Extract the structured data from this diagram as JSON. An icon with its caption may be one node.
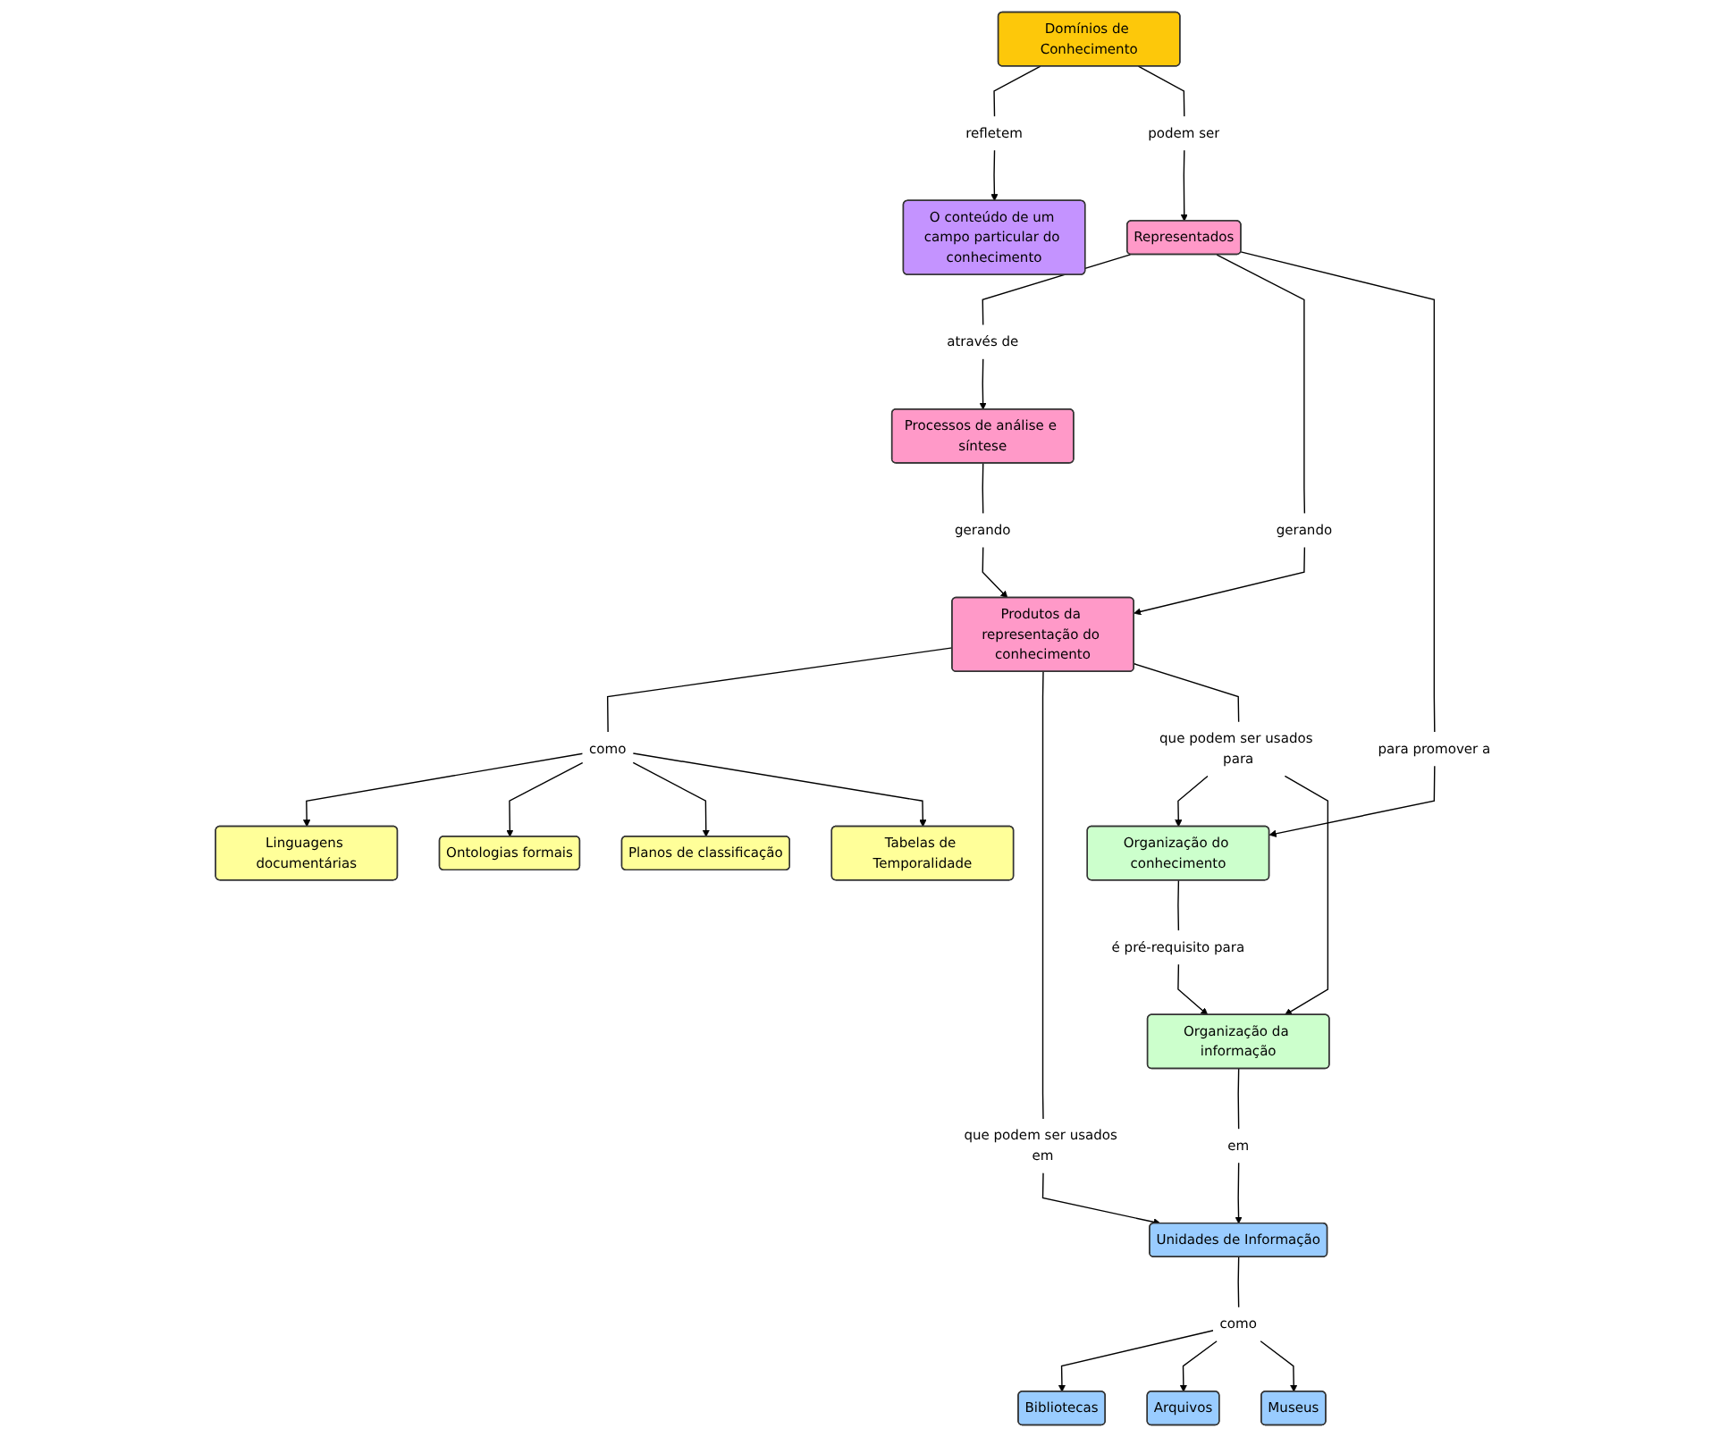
{
  "diagram": {
    "nodes": [
      {
        "text": [
          "Domínios de Conhecimento"
        ]
      },
      {
        "text": [
          "refletem"
        ]
      },
      {
        "text": [
          "podem ser"
        ]
      },
      {
        "text": [
          "O conteúdo de um campo particular do conhecimento"
        ]
      },
      {
        "text": [
          "Representados"
        ]
      },
      {
        "text": [
          "através de"
        ]
      },
      {
        "text": [
          "gerando"
        ]
      },
      {
        "text": [
          "para promover a"
        ]
      },
      {
        "text": [
          "Processos de análise e síntese"
        ]
      },
      {
        "text": [
          "gerando"
        ]
      },
      {
        "text": [
          "Produtos da representação do conhecimento"
        ]
      },
      {
        "text": [
          "Organização do conhecimento"
        ]
      },
      {
        "text": [
          "como"
        ]
      },
      {
        "text": [
          "que podem ser usados em"
        ]
      },
      {
        "text": [
          "que podem ser usados para"
        ]
      },
      {
        "text": [
          "é pré-requisito para"
        ]
      },
      {
        "text": [
          "Linguagens documentárias"
        ]
      },
      {
        "text": [
          "Ontologias formais"
        ]
      },
      {
        "text": [
          "Planos de classificação"
        ]
      },
      {
        "text": [
          "Tabelas de Temporalidade"
        ]
      },
      {
        "text": [
          "Unidades de Informação"
        ]
      },
      {
        "text": [
          "Organização da informação"
        ]
      },
      {
        "text": [
          "como"
        ]
      },
      {
        "text": [
          "em"
        ]
      },
      {
        "text": [
          "Bibliotecas"
        ]
      },
      {
        "text": [
          "Arquivos"
        ]
      },
      {
        "text": [
          "Museus"
        ]
      }
    ],
    "edges": [
      {
        "from": 0,
        "to": 1,
        "arrow": "none"
      },
      {
        "from": 1,
        "to": 3,
        "arrow": "to"
      },
      {
        "from": 0,
        "to": 2,
        "arrow": "none"
      },
      {
        "from": 2,
        "to": 4,
        "arrow": "to"
      },
      {
        "from": 4,
        "to": 5,
        "arrow": "none"
      },
      {
        "from": 5,
        "to": 8,
        "arrow": "to"
      },
      {
        "from": 4,
        "to": 6,
        "arrow": "none"
      },
      {
        "from": 6,
        "to": 10,
        "arrow": "to"
      },
      {
        "from": 4,
        "to": 7,
        "arrow": "none"
      },
      {
        "from": 7,
        "to": 11,
        "arrow": "to"
      },
      {
        "from": 8,
        "to": 9,
        "arrow": "none"
      },
      {
        "from": 9,
        "to": 10,
        "arrow": "to"
      },
      {
        "from": 10,
        "to": 12,
        "arrow": "none"
      },
      {
        "from": 12,
        "to": 16,
        "arrow": "to"
      },
      {
        "from": 12,
        "to": 17,
        "arrow": "to"
      },
      {
        "from": 12,
        "to": 18,
        "arrow": "to"
      },
      {
        "from": 12,
        "to": 19,
        "arrow": "to"
      },
      {
        "from": 10,
        "to": 13,
        "arrow": "none"
      },
      {
        "from": 13,
        "to": 20,
        "arrow": "to"
      },
      {
        "from": 10,
        "to": 14,
        "arrow": "none"
      },
      {
        "from": 14,
        "to": 11,
        "arrow": "to"
      },
      {
        "from": 14,
        "to": 21,
        "arrow": "to"
      },
      {
        "from": 11,
        "to": 15,
        "arrow": "none"
      },
      {
        "from": 15,
        "to": 21,
        "arrow": "to"
      },
      {
        "from": 21,
        "to": 23,
        "arrow": "none"
      },
      {
        "from": 23,
        "to": 20,
        "arrow": "to"
      },
      {
        "from": 20,
        "to": 22,
        "arrow": "none"
      },
      {
        "from": 22,
        "to": 24,
        "arrow": "to"
      },
      {
        "from": 22,
        "to": 25,
        "arrow": "to"
      },
      {
        "from": 22,
        "to": 26,
        "arrow": "to"
      }
    ]
  }
}
